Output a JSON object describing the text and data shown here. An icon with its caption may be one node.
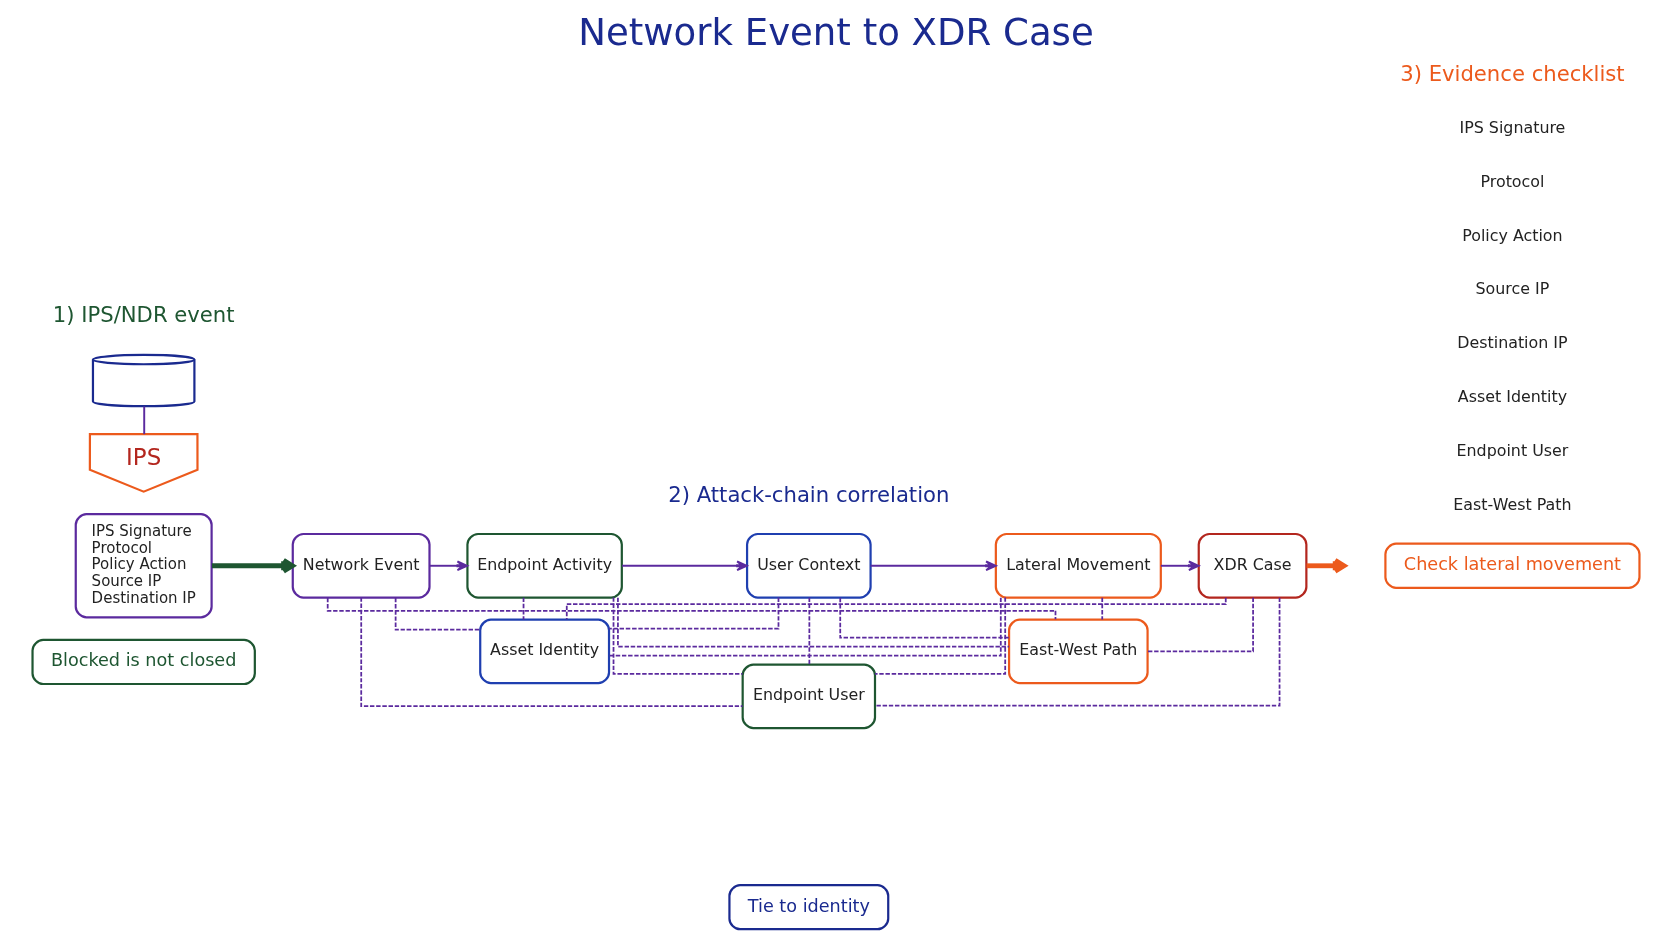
{
  "diagram": {
    "title": "Network Event to XDR Case",
    "nodes": [
      {
        "text": [],
        "shape": "cylinder"
      },
      {
        "text": [
          "IPS"
        ]
      },
      {
        "text": [
          "IPS Signature",
          "Protocol",
          "Policy Action",
          "Source IP",
          "Destination IP"
        ]
      },
      {
        "text": [
          "Blocked is not closed"
        ]
      },
      {
        "text": [
          "Network Event"
        ]
      },
      {
        "text": [
          "Endpoint Activity"
        ]
      },
      {
        "text": [
          "User Context"
        ]
      },
      {
        "text": [
          "Lateral Movement"
        ]
      },
      {
        "text": [
          "XDR Case"
        ]
      },
      {
        "text": [
          "Asset Identity"
        ]
      },
      {
        "text": [
          "Endpoint User"
        ]
      },
      {
        "text": [
          "East-West Path"
        ]
      },
      {
        "text": [
          "Tie to identity"
        ]
      },
      {
        "text": [
          "Check lateral movement"
        ]
      }
    ],
    "edges": [
      {
        "from": 0,
        "to": 1,
        "arrow": "none"
      },
      {
        "from": 2,
        "to": 4,
        "arrow": "to",
        "style": "thick",
        "color": "#1e5631"
      },
      {
        "from": 4,
        "to": 5,
        "arrow": "to"
      },
      {
        "from": 5,
        "to": 6,
        "arrow": "to"
      },
      {
        "from": 6,
        "to": 7,
        "arrow": "to"
      },
      {
        "from": 7,
        "to": 8,
        "arrow": "to"
      },
      {
        "from": 4,
        "to": 9,
        "arrow": "none",
        "style": "dashed"
      },
      {
        "from": 4,
        "to": 10,
        "arrow": "none",
        "style": "dashed"
      },
      {
        "from": 4,
        "to": 11,
        "arrow": "none",
        "style": "dashed"
      },
      {
        "from": 5,
        "to": 9,
        "arrow": "none",
        "style": "dashed"
      },
      {
        "from": 5,
        "to": 10,
        "arrow": "none",
        "style": "dashed"
      },
      {
        "from": 5,
        "to": 11,
        "arrow": "none",
        "style": "dashed"
      },
      {
        "from": 6,
        "to": 9,
        "arrow": "none",
        "style": "dashed"
      },
      {
        "from": 6,
        "to": 10,
        "arrow": "none",
        "style": "dashed"
      },
      {
        "from": 6,
        "to": 11,
        "arrow": "none",
        "style": "dashed"
      },
      {
        "from": 7,
        "to": 9,
        "arrow": "none",
        "style": "dashed"
      },
      {
        "from": 7,
        "to": 10,
        "arrow": "none",
        "style": "dashed"
      },
      {
        "from": 7,
        "to": 11,
        "arrow": "none",
        "style": "dashed"
      },
      {
        "from": 8,
        "to": 9,
        "arrow": "none",
        "style": "dashed"
      },
      {
        "from": 8,
        "to": 10,
        "arrow": "none",
        "style": "dashed"
      },
      {
        "from": 8,
        "to": 11,
        "arrow": "none",
        "style": "dashed"
      },
      {
        "from": 8,
        "to": null,
        "arrow": "to",
        "style": "thick",
        "color": "#ec5a1c"
      }
    ],
    "labels": [
      "1) IPS/NDR event",
      "2) Attack-chain correlation",
      "3) Evidence checklist",
      "IPS Signature",
      "Protocol",
      "Policy Action",
      "Source IP",
      "Destination IP",
      "Asset Identity",
      "Endpoint User",
      "East-West Path"
    ]
  }
}
